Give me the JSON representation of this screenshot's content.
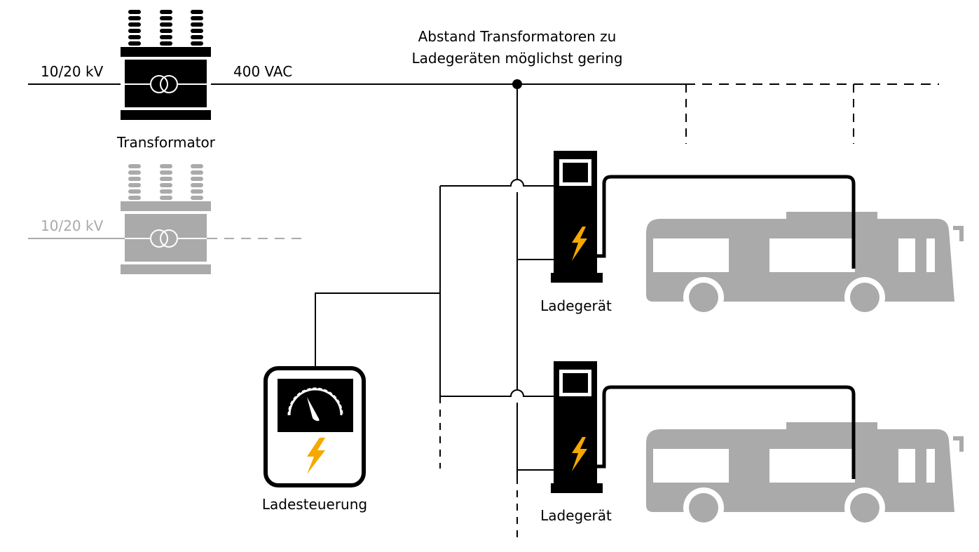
{
  "labels": {
    "input_voltage": "10/20 kV",
    "output_voltage": "400 VAC",
    "transformer": "Transformator",
    "second_input_voltage": "10/20 kV",
    "distance_note_line1": "Abstand Transformatoren zu",
    "distance_note_line2": "Ladegeräten möglichst gering",
    "charger_top": "Ladegerät",
    "charger_bottom": "Ladegerät",
    "charge_controller": "Ladesteuerung"
  },
  "colors": {
    "line": "#000000",
    "muted": "#aaaaaa",
    "bus": "#aaaaaa",
    "lightning": "#f5a800",
    "background": "#ffffff"
  },
  "icons": {
    "transformer": "transformer-icon",
    "charger": "charging-station-icon",
    "controller": "gauge-meter-icon",
    "bolt": "lightning-bolt-icon",
    "bus": "electric-bus-icon"
  }
}
